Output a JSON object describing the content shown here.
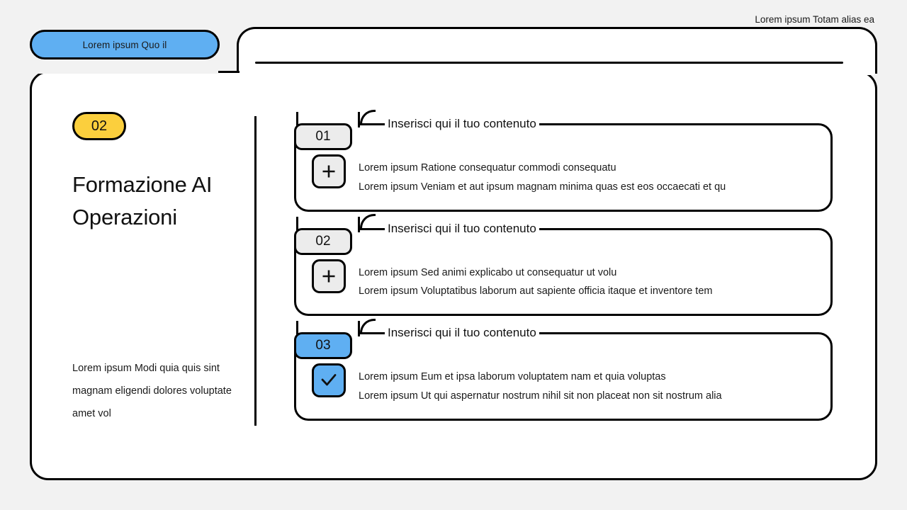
{
  "tab": {
    "label": "Lorem ipsum Quo il",
    "color": "#5FAFF2"
  },
  "header": {
    "right_text": "Lorem ipsum Totam alias ea"
  },
  "left": {
    "section_number": "02",
    "badge_color": "#FBCF3D",
    "title": "Formazione AI Operazioni",
    "note": "Lorem ipsum Modi quia quis sint magnam eligendi dolores voluptate amet vol"
  },
  "cards": [
    {
      "number": "01",
      "badge_color": "#ececec",
      "icon": "plus-icon",
      "icon_color": "#ececec",
      "title": "Inserisci qui il tuo contenuto",
      "lines": [
        "Lorem ipsum Ratione consequatur commodi consequatu",
        "Lorem ipsum Veniam et aut ipsum magnam minima quas est eos occaecati et qu"
      ]
    },
    {
      "number": "02",
      "badge_color": "#ececec",
      "icon": "plus-icon",
      "icon_color": "#ececec",
      "title": "Inserisci qui il tuo contenuto",
      "lines": [
        "Lorem ipsum Sed animi explicabo ut consequatur ut volu",
        "Lorem ipsum Voluptatibus laborum aut sapiente officia itaque et inventore tem"
      ]
    },
    {
      "number": "03",
      "badge_color": "#5FAFF2",
      "icon": "check-icon",
      "icon_color": "#5FAFF2",
      "title": "Inserisci qui il tuo contenuto",
      "lines": [
        "Lorem ipsum Eum et ipsa laborum voluptatem nam et quia voluptas",
        "Lorem ipsum Ut qui aspernatur nostrum nihil sit non placeat non sit nostrum alia"
      ]
    }
  ]
}
